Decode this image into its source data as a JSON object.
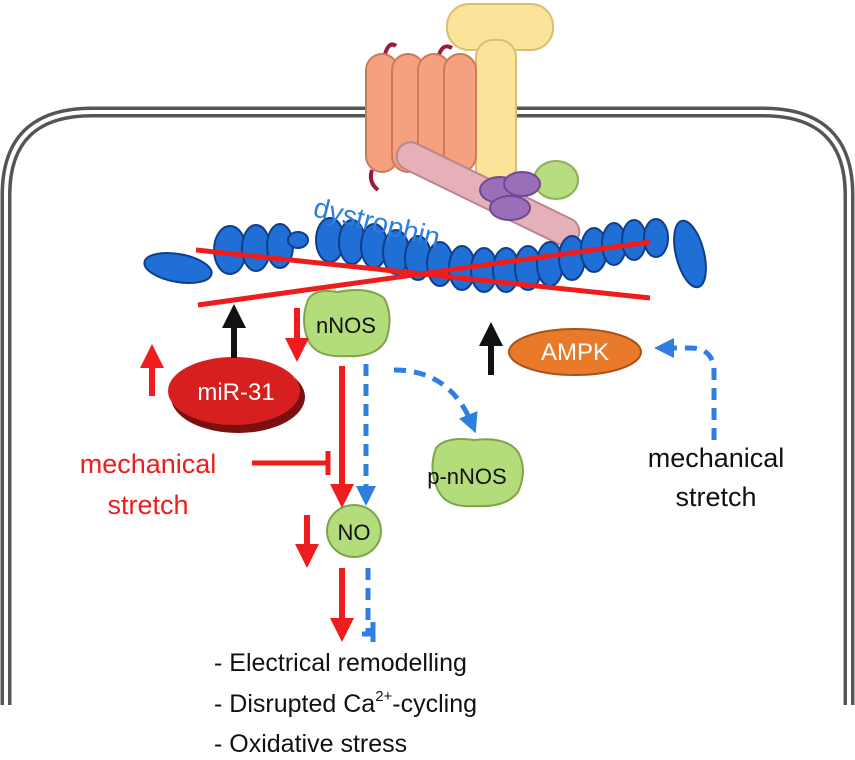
{
  "labels": {
    "dystrophin": "dystrophin",
    "nnos": "nNOS",
    "p_nnos": "p-nNOS",
    "ampk": "AMPK",
    "mir31": "miR-31",
    "no": "NO",
    "mechanical_stretch_left_line1": "mechanical",
    "mechanical_stretch_left_line2": "stretch",
    "mechanical_stretch_right_line1": "mechanical",
    "mechanical_stretch_right_line2": "stretch"
  },
  "effects": [
    {
      "prefix": "- ",
      "text": "Electrical remodelling",
      "sup": "",
      "suffix": ""
    },
    {
      "prefix": "- ",
      "text": "Disrupted Ca",
      "sup": "2+",
      "suffix": "-cycling"
    },
    {
      "prefix": "- ",
      "text": "Oxidative stress",
      "sup": "",
      "suffix": ""
    }
  ],
  "colors": {
    "red": "#ee1c1c",
    "blue_dashed": "#2f7fe0",
    "dystrophin_blue": "#1f6fd6",
    "dystrophin_label": "#2e7de0",
    "nnos_green": "#b3dc7a",
    "ampk_orange": "#e87a2a",
    "mir31_red": "#d81f1f",
    "membrane_grey": "#4a4a4a"
  }
}
